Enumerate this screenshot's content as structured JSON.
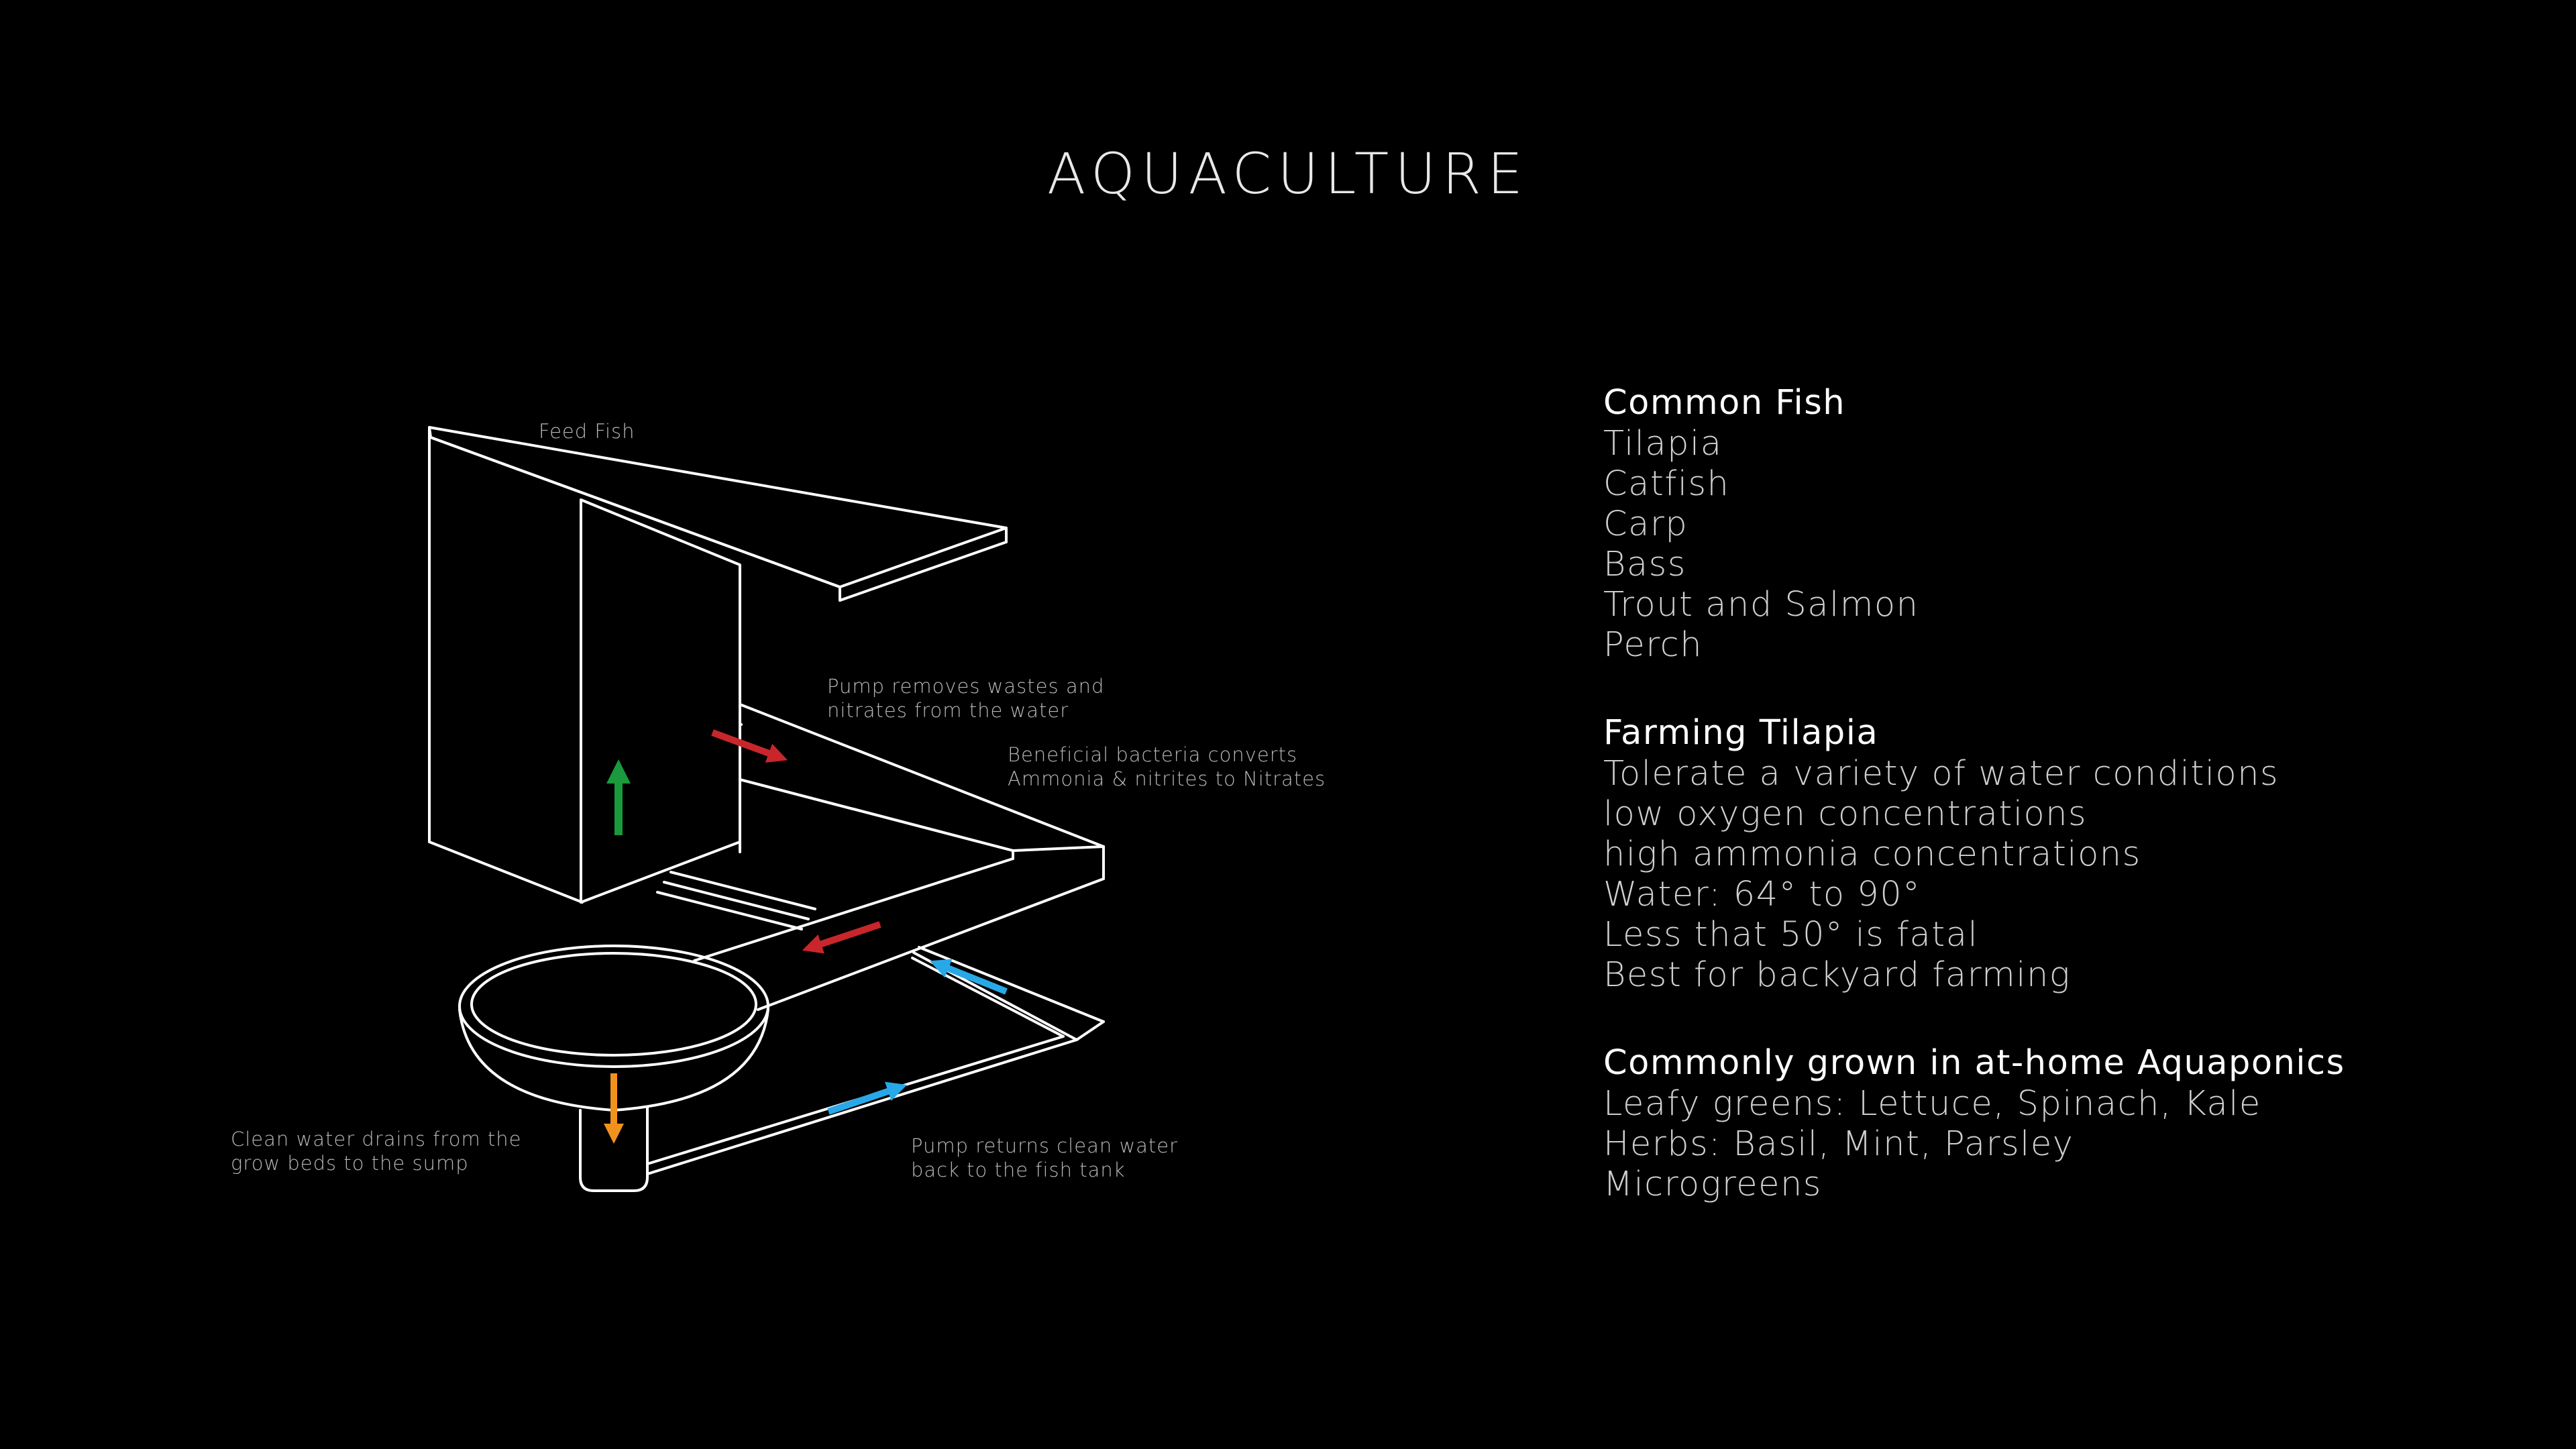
{
  "title": "AQUACULTURE",
  "labels": {
    "feed": "Feed Fish",
    "pump_removes": [
      "Pump removes wastes and",
      "nitrates from the water"
    ],
    "bacteria": [
      "Beneficial bacteria converts",
      "Ammonia & nitrites to Nitrates"
    ],
    "drain": [
      "Clean water drains from the",
      "grow beds to the sump"
    ],
    "pump_returns": [
      "Pump returns clean water",
      "back to the fish tank"
    ]
  },
  "colors": {
    "line": "#ffffff",
    "arrow_up": "#1a9a3c",
    "arrow_waste": "#c8262b",
    "arrow_return": "#28a8e6",
    "arrow_drain": "#f2921d"
  },
  "sections": [
    {
      "heading": "Common Fish",
      "items": [
        "Tilapia",
        "Catfish",
        "Carp",
        "Bass",
        "Trout and Salmon",
        "Perch"
      ]
    },
    {
      "heading": "Farming Tilapia",
      "items": [
        "Tolerate a variety of water conditions",
        "low oxygen concentrations",
        "high ammonia concentrations",
        "Water: 64° to 90°",
        "Less that 50° is fatal",
        "Best for backyard farming"
      ]
    },
    {
      "heading": "Commonly grown in at-home Aquaponics",
      "items": [
        "Leafy greens: Lettuce, Spinach, Kale",
        "Herbs: Basil, Mint, Parsley",
        "Microgreens"
      ]
    }
  ]
}
